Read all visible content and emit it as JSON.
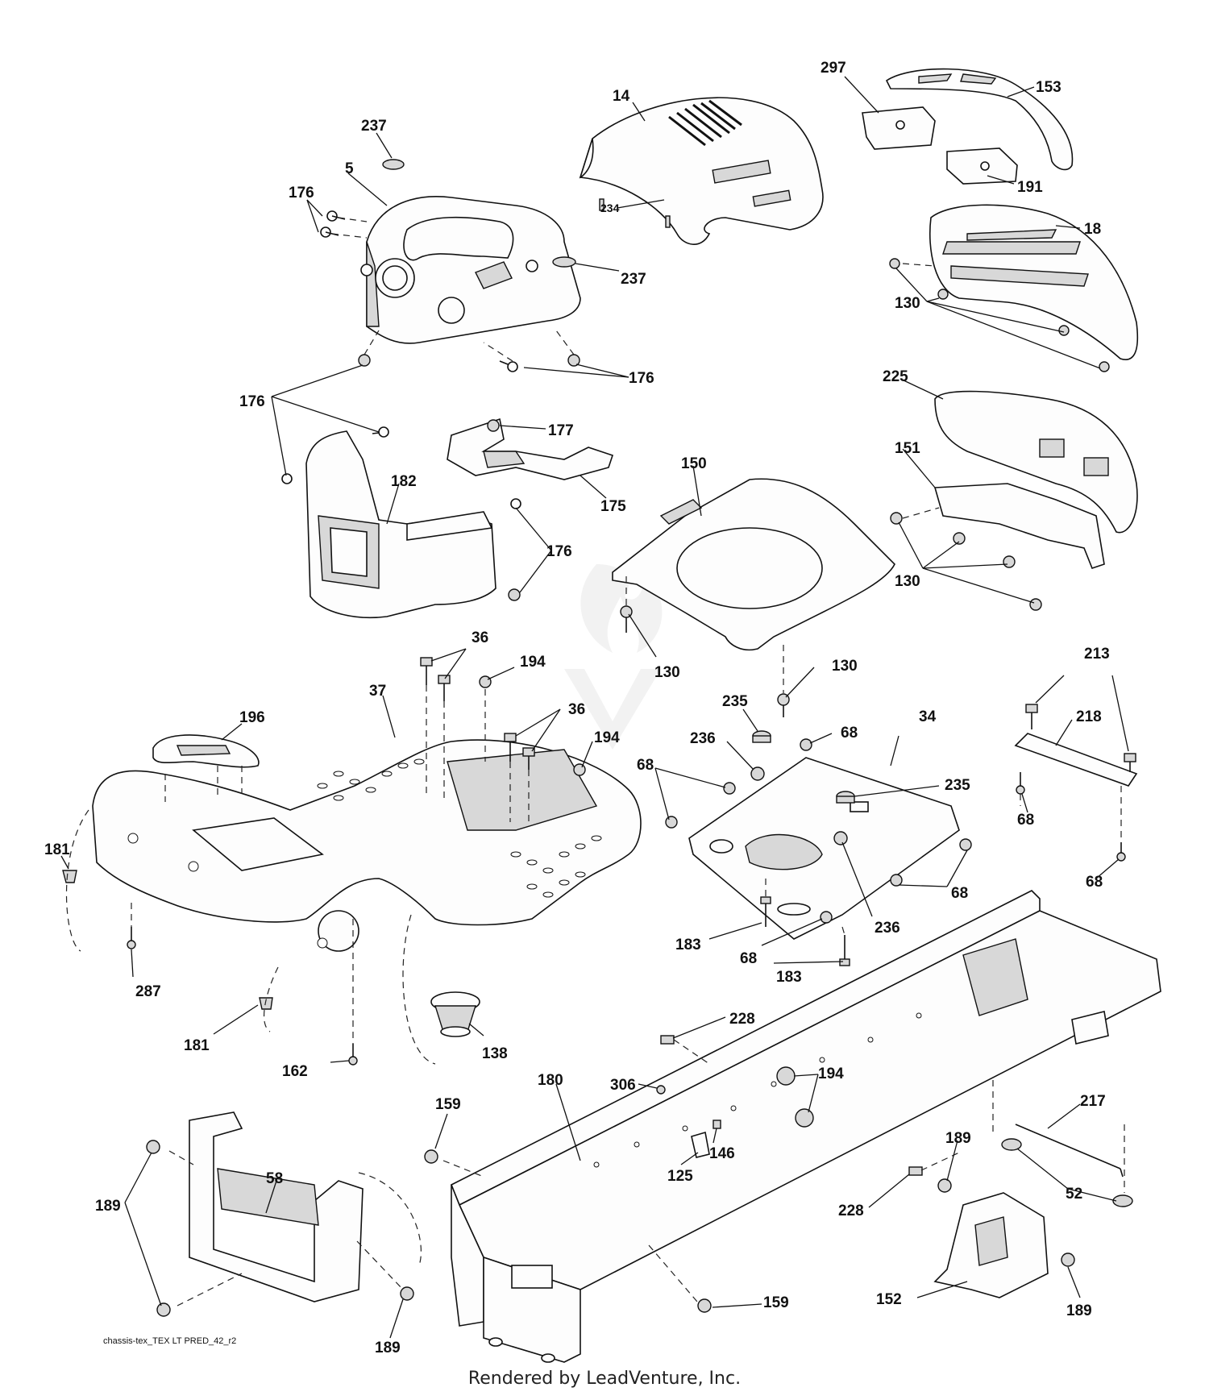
{
  "diagram": {
    "footer_code": "chassis-tex_TEX LT PRED_42_r2",
    "caption": "Rendered by LeadVenture, Inc.",
    "watermark_text": "LEADVENTURE",
    "part_labels": [
      {
        "id": "p237a",
        "text": "237"
      },
      {
        "id": "p5",
        "text": "5"
      },
      {
        "id": "p176a",
        "text": "176"
      },
      {
        "id": "p14",
        "text": "14"
      },
      {
        "id": "p234",
        "text": "234"
      },
      {
        "id": "p237b",
        "text": "237"
      },
      {
        "id": "p297",
        "text": "297"
      },
      {
        "id": "p153",
        "text": "153"
      },
      {
        "id": "p191",
        "text": "191"
      },
      {
        "id": "p18",
        "text": "18"
      },
      {
        "id": "p130a",
        "text": "130"
      },
      {
        "id": "p176b",
        "text": "176"
      },
      {
        "id": "p176c",
        "text": "176"
      },
      {
        "id": "p177",
        "text": "177"
      },
      {
        "id": "p182",
        "text": "182"
      },
      {
        "id": "p175",
        "text": "175"
      },
      {
        "id": "p176d",
        "text": "176"
      },
      {
        "id": "p150",
        "text": "150"
      },
      {
        "id": "p225",
        "text": "225"
      },
      {
        "id": "p151",
        "text": "151"
      },
      {
        "id": "p130b",
        "text": "130"
      },
      {
        "id": "p130c",
        "text": "130"
      },
      {
        "id": "p130d",
        "text": "130"
      },
      {
        "id": "p36a",
        "text": "36"
      },
      {
        "id": "p194a",
        "text": "194"
      },
      {
        "id": "p36b",
        "text": "36"
      },
      {
        "id": "p194b",
        "text": "194"
      },
      {
        "id": "p37",
        "text": "37"
      },
      {
        "id": "p196",
        "text": "196"
      },
      {
        "id": "p235a",
        "text": "235"
      },
      {
        "id": "p236a",
        "text": "236"
      },
      {
        "id": "p68a",
        "text": "68"
      },
      {
        "id": "p34",
        "text": "34"
      },
      {
        "id": "p68b",
        "text": "68"
      },
      {
        "id": "p235b",
        "text": "235"
      },
      {
        "id": "p213",
        "text": "213"
      },
      {
        "id": "p218",
        "text": "218"
      },
      {
        "id": "p68c",
        "text": "68"
      },
      {
        "id": "p68d",
        "text": "68"
      },
      {
        "id": "p181a",
        "text": "181"
      },
      {
        "id": "p287",
        "text": "287"
      },
      {
        "id": "p68e",
        "text": "68"
      },
      {
        "id": "p236b",
        "text": "236"
      },
      {
        "id": "p183a",
        "text": "183"
      },
      {
        "id": "p68f",
        "text": "68"
      },
      {
        "id": "p183b",
        "text": "183"
      },
      {
        "id": "p181b",
        "text": "181"
      },
      {
        "id": "p162",
        "text": "162"
      },
      {
        "id": "p138",
        "text": "138"
      },
      {
        "id": "p228a",
        "text": "228"
      },
      {
        "id": "p180",
        "text": "180"
      },
      {
        "id": "p306",
        "text": "306"
      },
      {
        "id": "p194c",
        "text": "194"
      },
      {
        "id": "p159a",
        "text": "159"
      },
      {
        "id": "p146",
        "text": "146"
      },
      {
        "id": "p125",
        "text": "125"
      },
      {
        "id": "p217",
        "text": "217"
      },
      {
        "id": "p189a",
        "text": "189"
      },
      {
        "id": "p52",
        "text": "52"
      },
      {
        "id": "p228b",
        "text": "228"
      },
      {
        "id": "p58",
        "text": "58"
      },
      {
        "id": "p189b",
        "text": "189"
      },
      {
        "id": "p152",
        "text": "152"
      },
      {
        "id": "p189c",
        "text": "189"
      },
      {
        "id": "p159b",
        "text": "159"
      },
      {
        "id": "p189d",
        "text": "189"
      }
    ]
  }
}
